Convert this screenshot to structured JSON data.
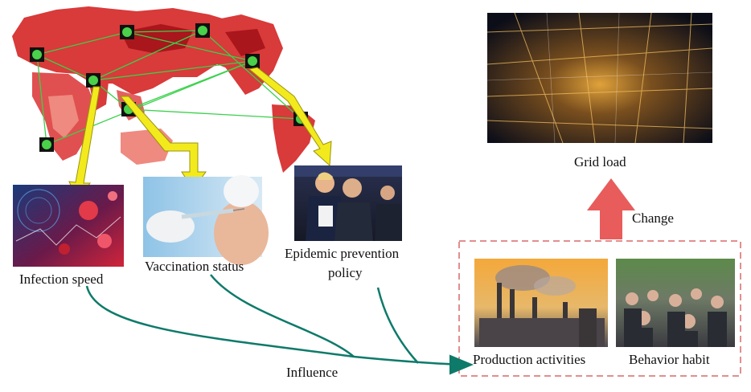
{
  "labels": {
    "infection_speed": "Infection speed",
    "vaccination_status": "Vaccination status",
    "policy_line1": "Epidemic prevention",
    "policy_line2": "policy",
    "production_activities": "Production activities",
    "behavior_habit": "Behavior habit",
    "grid_load": "Grid load",
    "change": "Change",
    "influence": "Influence"
  },
  "colors": {
    "map_red": "#d93a3a",
    "map_light": "#ee8a80",
    "network_line": "#39d14a",
    "yellow_arrow": "#f2ea1c",
    "teal_arrow": "#0e7a6a",
    "change_arrow": "#e85c5c",
    "dashed_box": "#d9686a"
  }
}
